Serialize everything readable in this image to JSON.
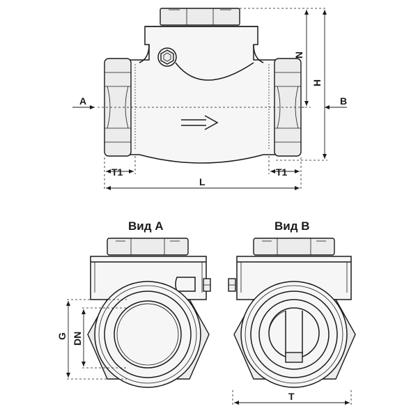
{
  "labels": {
    "inlet": "A",
    "outlet": "B",
    "cap_height": "N",
    "height": "H",
    "thread_length_left": "T1",
    "thread_length_right": "T1",
    "length": "L",
    "thread_size": "G",
    "nominal_diameter": "DN",
    "width": "T"
  },
  "views": {
    "view_a_title": "Вид A",
    "view_b_title": "Вид B"
  }
}
